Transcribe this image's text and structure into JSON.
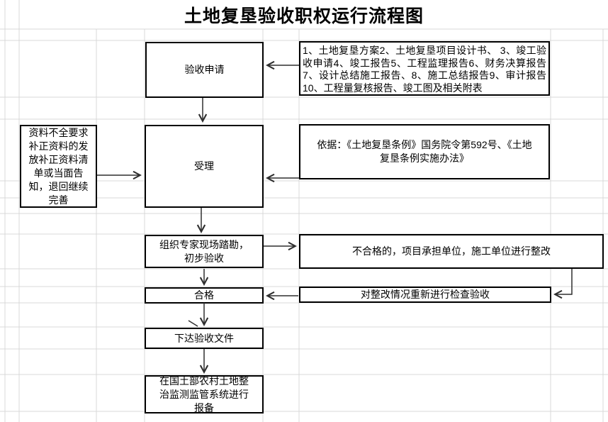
{
  "title": "土地复垦验收职权运行流程图",
  "nodes": {
    "apply": "验收申请",
    "accept": "受理",
    "survey": "组织专家现场踏勘，初步验收",
    "qualified": "合格",
    "issue_doc": "下达验收文件",
    "filing": "在国土部农村土地整治监测监管系统进行报备"
  },
  "annotations": {
    "materials": "1、土地复垦方案2、土地复垦项目设计书、 3、竣工验收申请4、竣工报告5、工程监理报告6、财务决算报告7、设计总结施工报告、8、施工总结报告9、审计报告10、工程量复核报告、竣工图及相关附表",
    "legal_basis": "依据：《土地复垦条例》国务院令第592号、《土地复垦条例实施办法》",
    "incomplete_materials": "资料不全要求补正资料的发放补正资料清单或当面告知，退回继续完善",
    "unqualified": "不合格的，项目承担单位，施工单位进行整改",
    "recheck": "对整改情况重新进行检查验收"
  },
  "colors": {
    "background": "#ffffff",
    "text": "#000000",
    "box_border": "#000000",
    "arrow": "#2f2f2f",
    "gridline": "#d8d8d8"
  }
}
